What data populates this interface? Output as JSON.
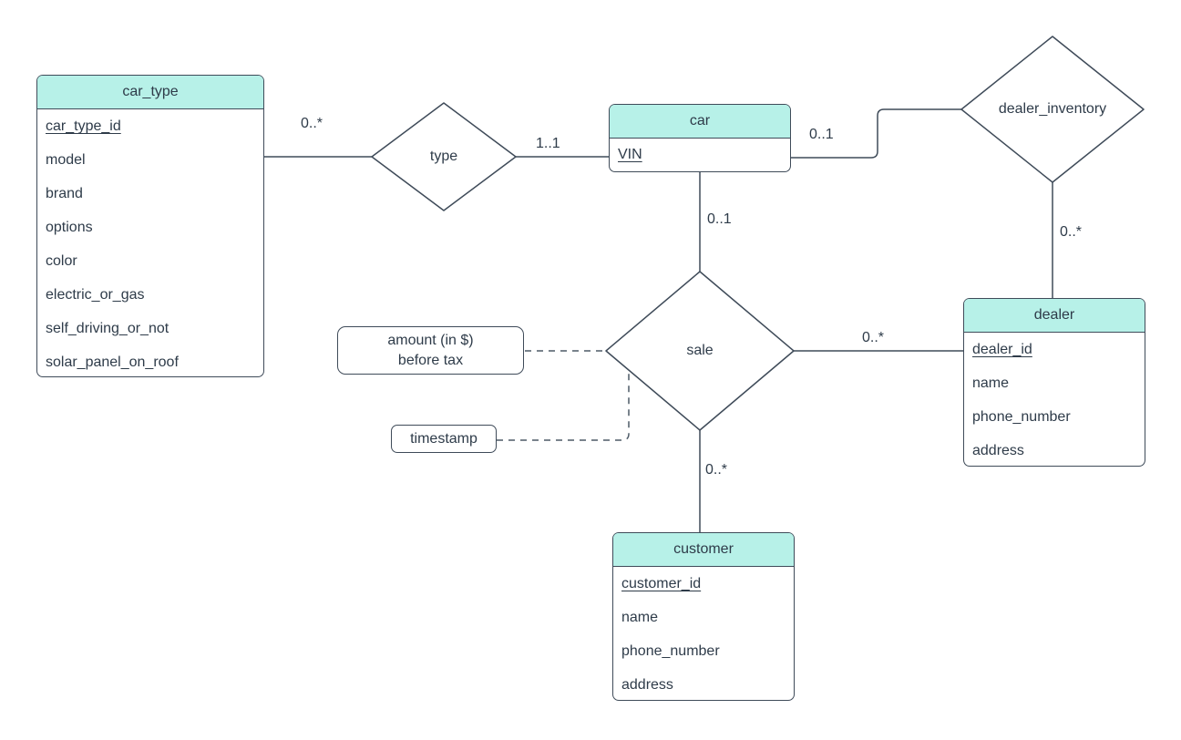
{
  "colors": {
    "entity_header_fill": "#b7f1e8",
    "stroke": "#3f4b59",
    "text": "#2e3b49",
    "background": "#ffffff"
  },
  "entities": {
    "car_type": {
      "title": "car_type",
      "attributes": [
        {
          "name": "car_type_id",
          "primary_key": true
        },
        {
          "name": "model"
        },
        {
          "name": "brand"
        },
        {
          "name": "options"
        },
        {
          "name": "color",
          "indented": true
        },
        {
          "name": "electric_or_gas",
          "indented": true
        },
        {
          "name": "self_driving_or_not",
          "indented": true
        },
        {
          "name": "solar_panel_on_roof",
          "indented": true
        }
      ]
    },
    "car": {
      "title": "car",
      "attributes": [
        {
          "name": "VIN",
          "primary_key": true
        }
      ]
    },
    "dealer": {
      "title": "dealer",
      "attributes": [
        {
          "name": "dealer_id",
          "primary_key": true
        },
        {
          "name": "name"
        },
        {
          "name": "phone_number"
        },
        {
          "name": "address"
        }
      ]
    },
    "customer": {
      "title": "customer",
      "attributes": [
        {
          "name": "customer_id",
          "primary_key": true
        },
        {
          "name": "name"
        },
        {
          "name": "phone_number"
        },
        {
          "name": "address"
        }
      ]
    }
  },
  "relationships": {
    "type": {
      "label": "type"
    },
    "dealer_inventory": {
      "label": "dealer_inventory"
    },
    "sale": {
      "label": "sale"
    }
  },
  "attribute_nodes": {
    "amount": {
      "line1": "amount (in $)",
      "line2": "before tax"
    },
    "timestamp": {
      "label": "timestamp"
    }
  },
  "cardinalities": {
    "car_type_to_type": "0..*",
    "type_to_car": "1..1",
    "car_to_dealer_inventory": "0..1",
    "dealer_inventory_to_dealer": "0..*",
    "car_to_sale": "0..1",
    "sale_to_dealer": "0..*",
    "sale_to_customer": "0..*"
  }
}
